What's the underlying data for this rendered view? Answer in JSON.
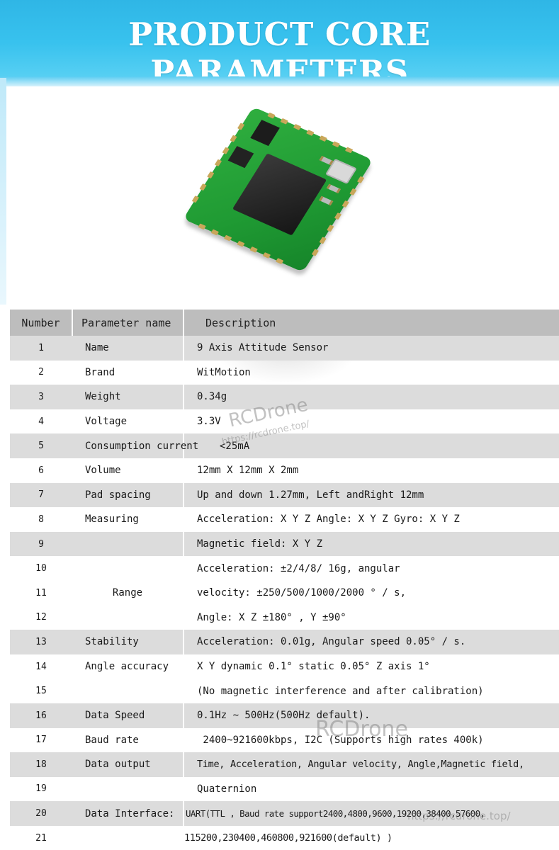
{
  "banner": {
    "title": "PRODUCT CORE PARAMETERS"
  },
  "table": {
    "headers": [
      "Number",
      "Parameter name",
      "Description"
    ],
    "rows": [
      {
        "num": "1",
        "name": "Name",
        "desc": "9 Axis Attitude Sensor"
      },
      {
        "num": "2",
        "name": "Brand",
        "desc": "WitMotion"
      },
      {
        "num": "3",
        "name": "Weight",
        "desc": "0.34g"
      },
      {
        "num": "4",
        "name": "Voltage",
        "desc": "3.3V"
      },
      {
        "num": "5",
        "name": "Consumption current",
        "desc": "<25mA"
      },
      {
        "num": "6",
        "name": "Volume",
        "desc": "12mm X 12mm X 2mm"
      },
      {
        "num": "7",
        "name": "Pad spacing",
        "desc": "Up and down 1.27mm, Left andRight 12mm"
      },
      {
        "num": "8",
        "name": "Measuring",
        "desc": "Acceleration: X Y Z   Angle: X Y Z  Gyro:  X Y Z"
      },
      {
        "num": "9",
        "name": "",
        "desc": "Magnetic field: X Y Z"
      },
      {
        "num": "10",
        "name": "",
        "desc": "Acceleration: ±2/4/8/ 16g, angular"
      },
      {
        "num": "11",
        "name": "Range",
        "desc": "velocity: ±250/500/1000/2000 °  / s,"
      },
      {
        "num": "12",
        "name": "",
        "desc": "Angle: X Z ±180° ,  Y ±90°"
      },
      {
        "num": "13",
        "name": "Stability",
        "desc": "Acceleration: 0.01g,   Angular speed 0.05°  / s."
      },
      {
        "num": "14",
        "name": "Angle accuracy",
        "desc": "X Y dynamic 0.1° static 0.05°  Z axis 1°"
      },
      {
        "num": "15",
        "name": "",
        "desc": "(No magnetic interference and after calibration)"
      },
      {
        "num": "16",
        "name": "Data Speed",
        "desc": "0.1Hz ~ 500Hz(500Hz default)."
      },
      {
        "num": "17",
        "name": "Baud rate",
        "desc": " 2400~921600kbps, I2C (Supports high rates 400k)"
      },
      {
        "num": "18",
        "name": "Data output",
        "desc": "Time, Acceleration, Angular velocity, Angle,Magnetic field,"
      },
      {
        "num": "19",
        "name": "",
        "desc": "Quaternion"
      },
      {
        "num": "20",
        "name": "Data Interface:",
        "desc": "UART(TTL , Baud rate support2400,4800,9600,19200,38400,57600,"
      },
      {
        "num": "21",
        "name": "",
        "desc": "115200,230400,460800,921600(default) )"
      }
    ]
  },
  "watermarks": {
    "brand": "RCDrone",
    "url": "https://rcdrone.top/"
  }
}
